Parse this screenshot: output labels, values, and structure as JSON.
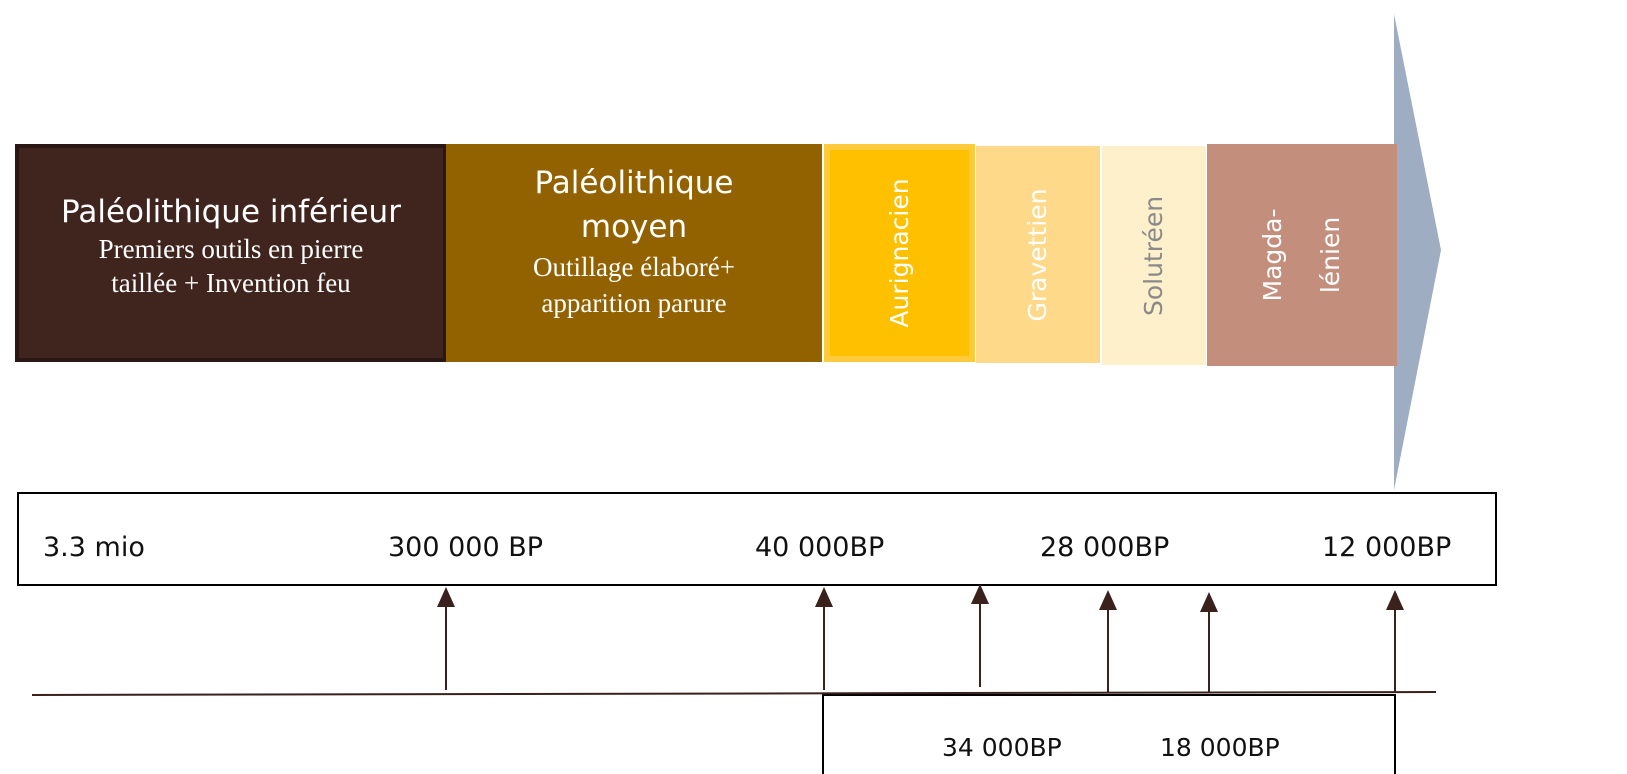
{
  "periods": {
    "inferieur": {
      "title": "Paléolithique inférieur",
      "subtitle_line1": "Premiers outils en pierre",
      "subtitle_line2": "taillée + Invention feu"
    },
    "moyen": {
      "title_line1": "Paléolithique",
      "title_line2": "moyen",
      "subtitle_line1": "Outillage élaboré+",
      "subtitle_line2": "apparition parure"
    },
    "aurignacien": {
      "label": "Aurignacien"
    },
    "gravettien": {
      "label": "Gravettien"
    },
    "solutreen": {
      "label": "Solutréen"
    },
    "magdalenien": {
      "label_line1": "Magda-",
      "label_line2": "lénien"
    }
  },
  "timeline": {
    "main_dates": [
      "3.3 mio",
      "300 000 BP",
      "40 000BP",
      "28 000BP",
      "12 000BP"
    ],
    "secondary_dates": [
      "34 000BP",
      "18 000BP"
    ]
  },
  "colors": {
    "inferieur": "#40241e",
    "moyen": "#936200",
    "aurignacien": "#ffc000",
    "gravettien": "#ffd98a",
    "solutreen": "#fff0cc",
    "magdalenien": "#c48e7d",
    "arrow": "#9eadc1",
    "ink": "#3a211c"
  }
}
